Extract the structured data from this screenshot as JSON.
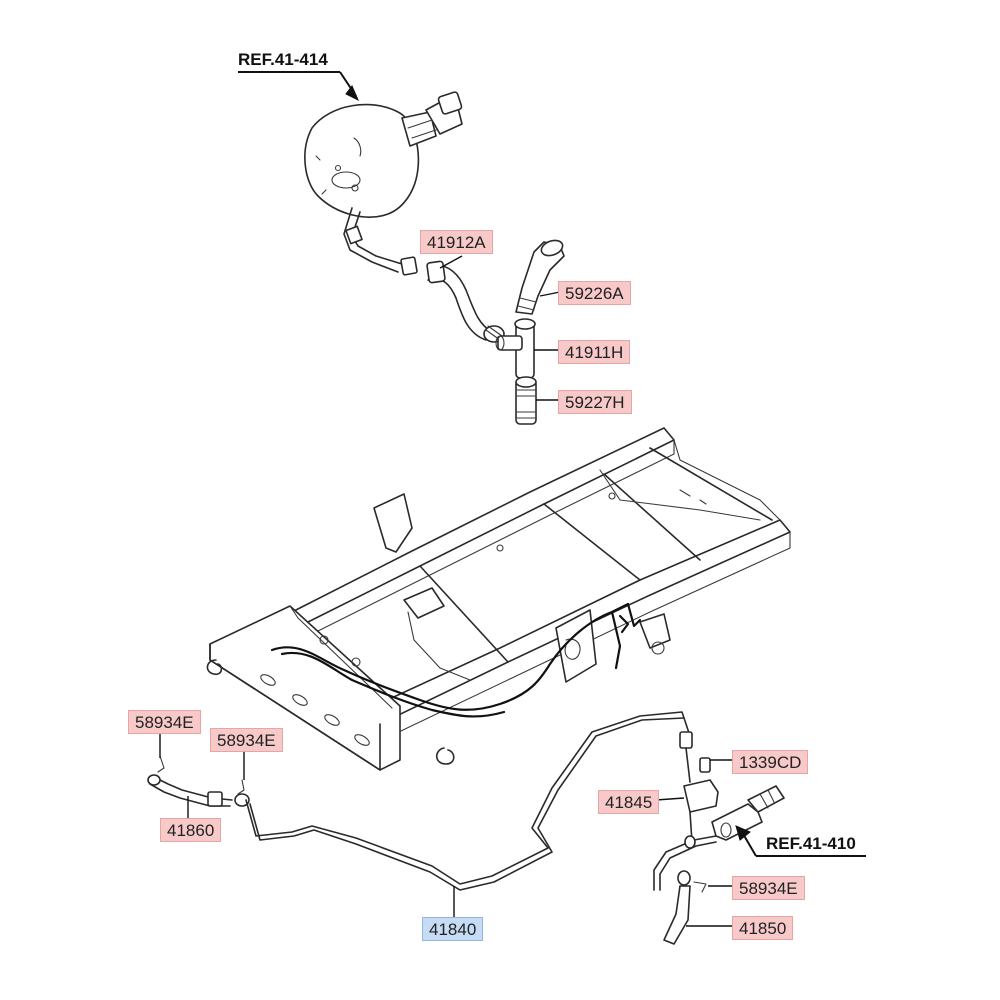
{
  "references": {
    "ref_top": "REF.41-414",
    "ref_bottom": "REF.41-410"
  },
  "part_labels": {
    "p41912A": "41912A",
    "p59226A": "59226A",
    "p41911H": "41911H",
    "p59227H": "59227H",
    "p58934E_left": "58934E",
    "p58934E_mid": "58934E",
    "p41860": "41860",
    "p1339CD": "1339CD",
    "p41845": "41845",
    "p58934E_right": "58934E",
    "p41850": "41850",
    "p41840": "41840"
  },
  "colors": {
    "label_red_bg": "#f7c9c9",
    "label_blue_bg": "#c6dcf5",
    "line": "#111111"
  }
}
